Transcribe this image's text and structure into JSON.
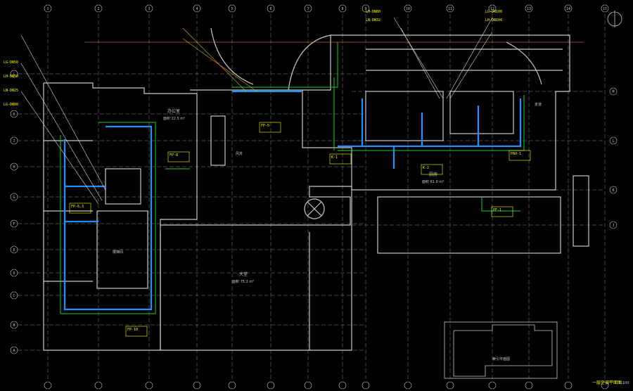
{
  "drawing": {
    "background": "#000000",
    "colors": {
      "wall": "#c8c8c8",
      "grid": "#9a9a9a",
      "duct_blue": "#1e90ff",
      "pipe_green": "#22cc22",
      "annotation_yellow": "#ffff00",
      "leader_white": "#e0e0e0",
      "leader_orange": "#e0a040"
    },
    "icons": [
      "north-arrow-icon",
      "key-plan-icon",
      "fan-symbol-icon"
    ]
  },
  "title_block": {
    "plan_title": "一层空调平面图",
    "scale": "1:100",
    "key_plan_label": "索引平面图"
  },
  "grid": {
    "top": [
      "1",
      "2",
      "3",
      "4",
      "5",
      "6",
      "7",
      "8",
      "9",
      "10",
      "11",
      "12",
      "13",
      "14",
      "15"
    ],
    "left": [
      "L",
      "K",
      "J",
      "H",
      "G",
      "F",
      "E",
      "D",
      "C",
      "B",
      "A"
    ],
    "right": [
      "M",
      "L",
      "K",
      "J"
    ]
  },
  "rooms": {
    "lobby": "大堂",
    "hall_area": "面积 75.2 m²",
    "office": "办公室",
    "office_area": "面积 22.5 m²",
    "kitchen": "厨房",
    "kitchen_area": "面积 61.0 m²",
    "shaft": "风井",
    "stair": "楼梯间",
    "corridor": "走道"
  },
  "equipment_tags": [
    "FP-6.3",
    "FP-8",
    "FP-10",
    "FP-5",
    "K-1",
    "K-2",
    "PAU-1",
    "PF-1"
  ],
  "pipe_notes": [
    "LG-DN50",
    "LH-DN50",
    "LN-DN25",
    "LG-DN80",
    "LH-DN80",
    "LN-DN32",
    "LG-DN100",
    "LH-DN100"
  ]
}
